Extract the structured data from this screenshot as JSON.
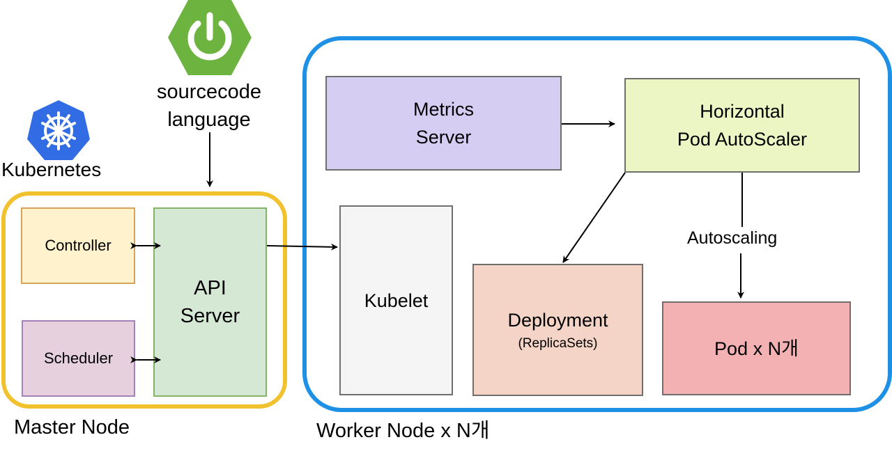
{
  "icons": {
    "kubernetes": {
      "label": "Kubernetes",
      "color": "#326ce5"
    },
    "spring": {
      "label_line1": "sourcecode",
      "label_line2": "language",
      "color": "#6db33f"
    }
  },
  "master_node": {
    "label": "Master Node",
    "border_color": "#f2c12e",
    "controller": {
      "label": "Controller",
      "fill": "#fff2cc",
      "border": "#d6a35b"
    },
    "scheduler": {
      "label": "Scheduler",
      "fill": "#e6d0de",
      "border": "#a680b8"
    },
    "api_server": {
      "line1": "API",
      "line2": "Server",
      "fill": "#d5e8d4",
      "border": "#82b366"
    }
  },
  "worker_node": {
    "label": "Worker Node x N개",
    "border_color": "#1e90e6",
    "metrics_server": {
      "line1": "Metrics",
      "line2": "Server",
      "fill": "#d6cdf3"
    },
    "hpa": {
      "line1": "Horizontal",
      "line2": "Pod AutoScaler",
      "fill": "#ecf5c4"
    },
    "kubelet": {
      "label": "Kubelet",
      "fill": "#f5f5f5"
    },
    "deployment": {
      "label": "Deployment",
      "sub": "(ReplicaSets)",
      "fill": "#f4d4c6"
    },
    "pod": {
      "label": "Pod x N개",
      "fill": "#f4b1b4"
    },
    "autoscaling_label": "Autoscaling"
  }
}
